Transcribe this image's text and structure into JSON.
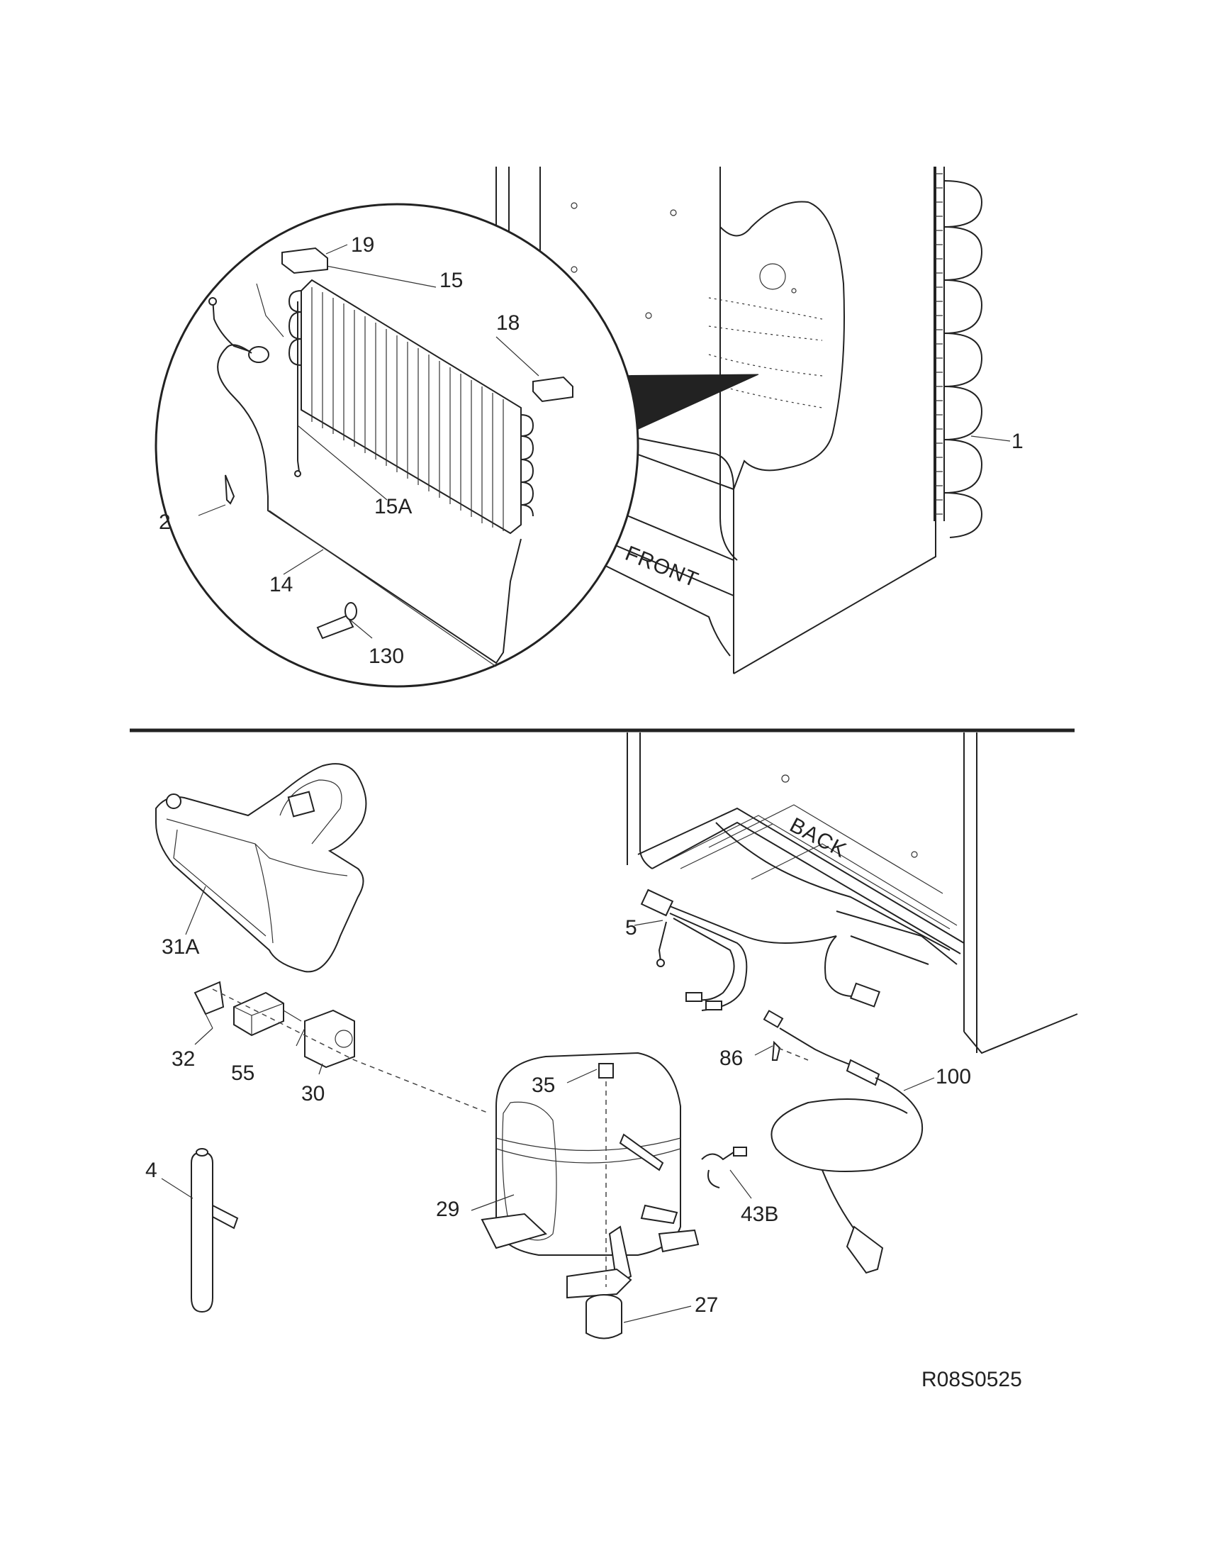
{
  "callouts": {
    "c1": "1",
    "c2": "2",
    "c4": "4",
    "c5": "5",
    "c14": "14",
    "c15": "15",
    "c15a": "15A",
    "c18": "18",
    "c19": "19",
    "c27": "27",
    "c29": "29",
    "c30": "30",
    "c31a": "31A",
    "c32": "32",
    "c35": "35",
    "c43b": "43B",
    "c55": "55",
    "c86": "86",
    "c100": "100",
    "c130": "130"
  },
  "cabinet_labels": {
    "front": "FRONT",
    "back": "BACK"
  },
  "drawing_code": "R08S0525"
}
